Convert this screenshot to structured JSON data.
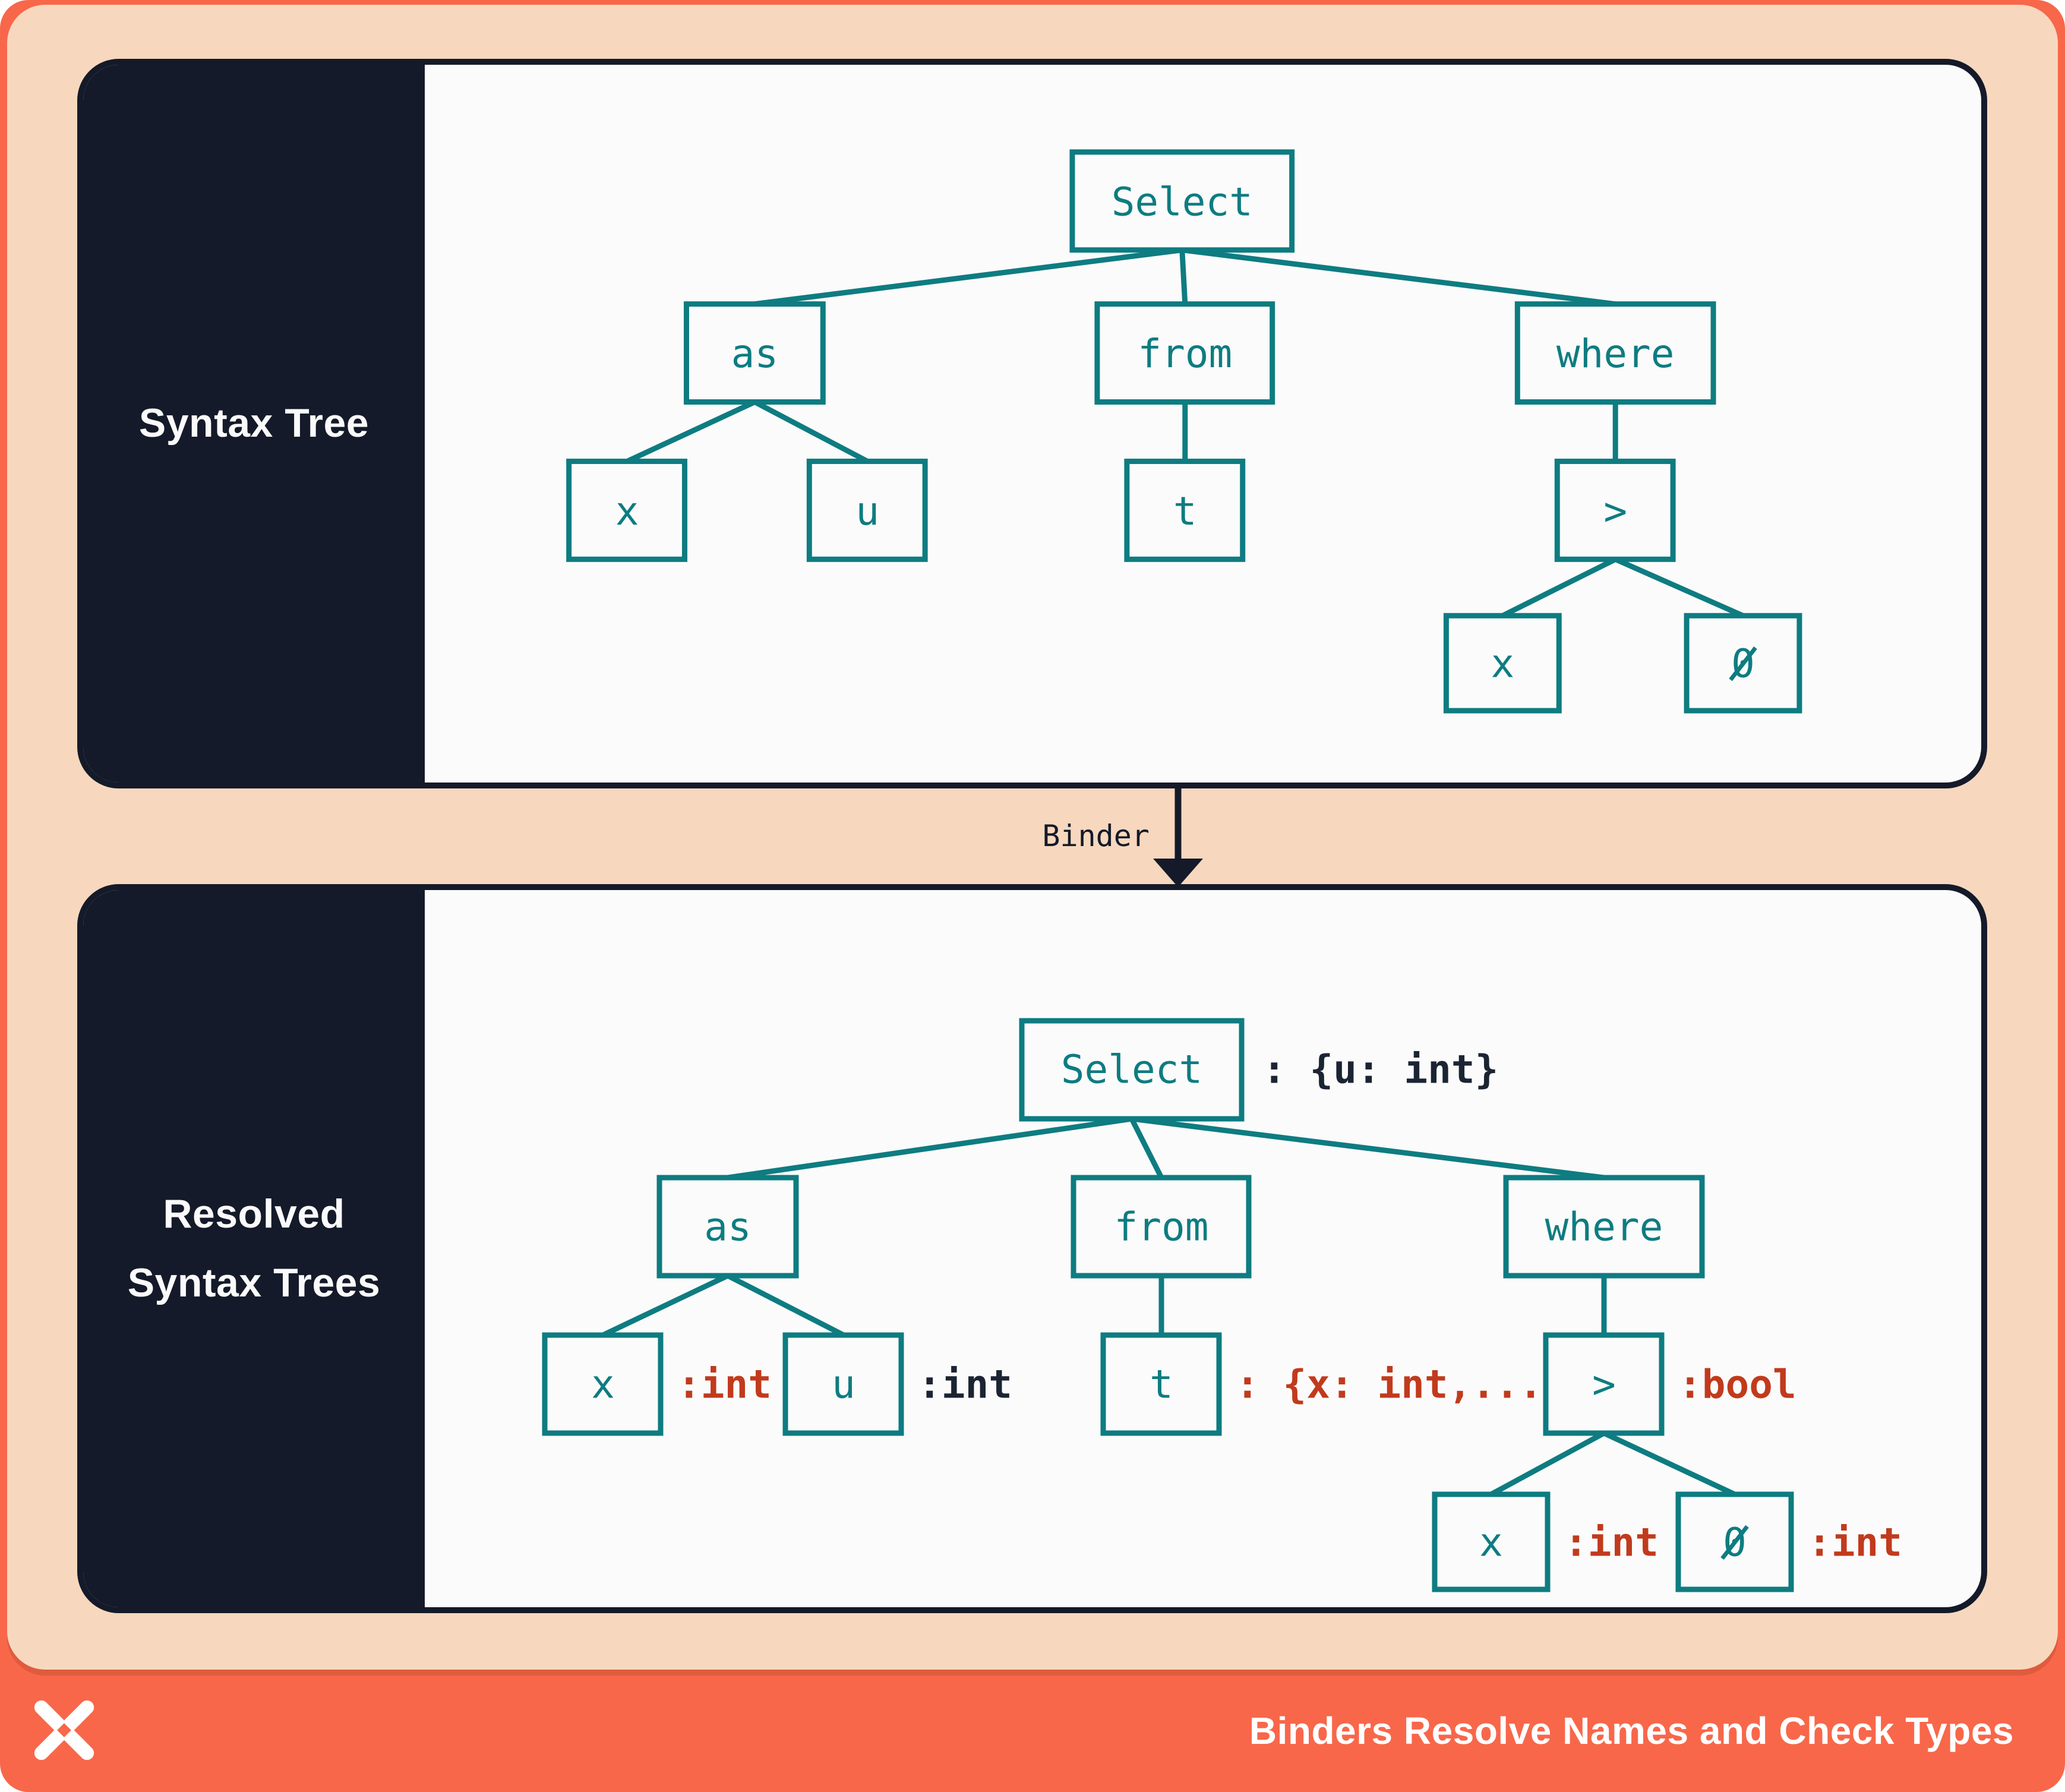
{
  "panels": {
    "top": {
      "lines": [
        "Syntax Tree"
      ]
    },
    "bottom": {
      "lines": [
        "Resolved",
        "Syntax Trees"
      ]
    }
  },
  "binder": {
    "label": "Binder"
  },
  "footer": {
    "title": "Binders Resolve Names and Check Types",
    "logo": "dbt-pinwheel-mark"
  },
  "syntax_tree": {
    "select": "Select",
    "as_kw": "as",
    "from_kw": "from",
    "where_kw": "where",
    "x1": "x",
    "u": "u",
    "t": "t",
    "gt": ">",
    "x2": "x",
    "zero": "0"
  },
  "resolved_tree": {
    "select": "Select",
    "select_type": ": {u: int}",
    "select_type_color": "#1B2433",
    "as_kw": "as",
    "from_kw": "from",
    "where_kw": "where",
    "x1": "x",
    "x1_type": ":int",
    "x1_type_color": "#C13A1C",
    "u": "u",
    "u_type": ":int",
    "u_type_color": "#1B2433",
    "t": "t",
    "t_type": ": {x: int,...}",
    "t_type_color": "#C13A1C",
    "gt": ">",
    "gt_type": ":bool",
    "gt_type_color": "#C13A1C",
    "x2": "x",
    "x2_type": ":int",
    "x2_type_color": "#C13A1C",
    "zero": "0",
    "zero_type": ":int",
    "zero_type_color": "#C13A1C"
  },
  "colors": {
    "frame_coral": "#F8674A",
    "peach": "#F7D8BE",
    "panel_navy": "#141A29",
    "panel_bg": "#FBFBFB",
    "node_teal": "#0E7C81",
    "type_red": "#C13A1C",
    "type_navy": "#1B2433"
  }
}
